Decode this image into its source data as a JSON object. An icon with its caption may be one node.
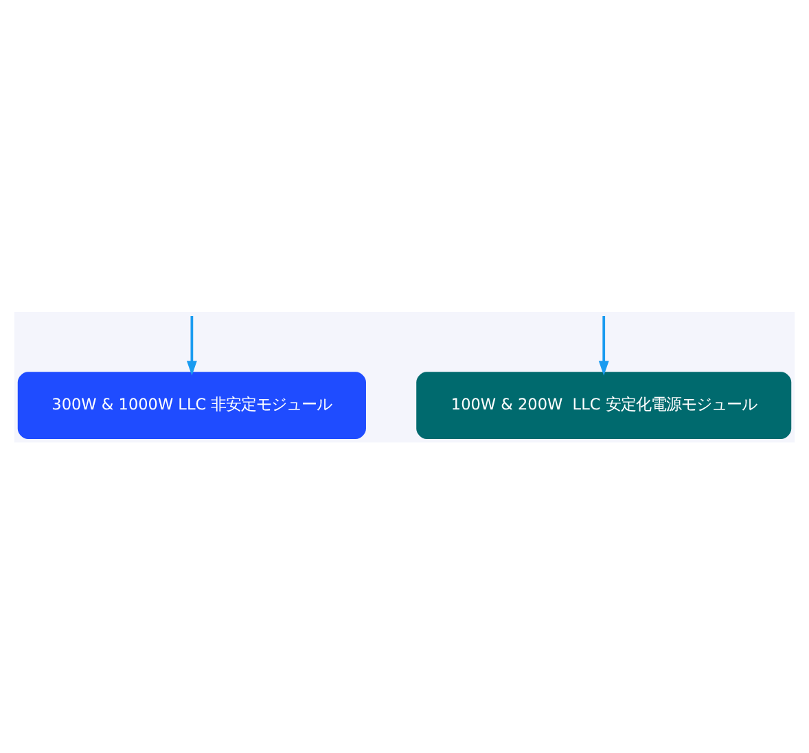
{
  "diagram": {
    "nodes": [
      {
        "text": [
          "300W & 1000W LLC 非安定モジュール"
        ]
      },
      {
        "text": [
          "100W & 200W  LLC 安定化電源モジュール"
        ]
      }
    ],
    "edges": [
      {
        "from": null,
        "to": 0,
        "arrow": "to"
      },
      {
        "from": null,
        "to": 1,
        "arrow": "to"
      }
    ]
  }
}
